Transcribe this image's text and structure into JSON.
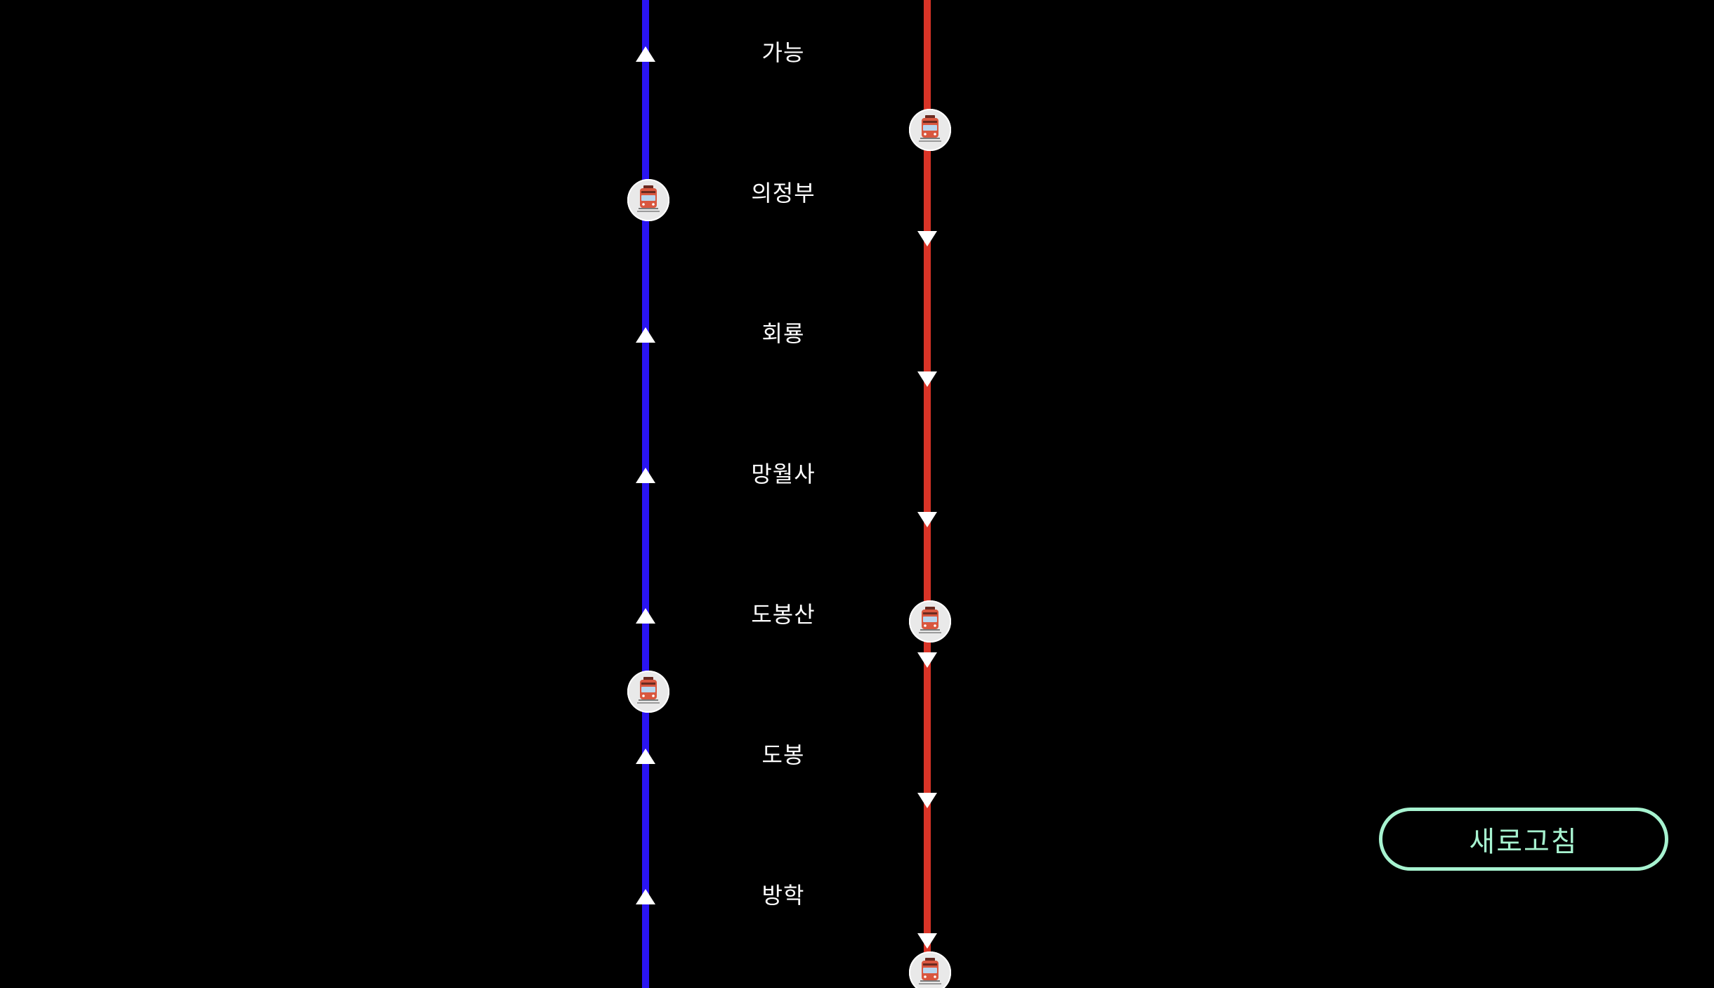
{
  "colors": {
    "background": "#000000",
    "up_line": "#2a14f2",
    "down_line": "#d93427",
    "arrow": "#ffffff",
    "button_accent": "#a7f3d0"
  },
  "stations": [
    {
      "name": "가능"
    },
    {
      "name": "의정부"
    },
    {
      "name": "회룡"
    },
    {
      "name": "망월사"
    },
    {
      "name": "도봉산"
    },
    {
      "name": "도봉"
    },
    {
      "name": "방학"
    }
  ],
  "up_track": {
    "direction": "up",
    "trains": [
      {
        "icon": "train-icon",
        "station_index": 1
      },
      {
        "icon": "train-icon",
        "station_index": 4.5
      }
    ]
  },
  "down_track": {
    "direction": "down",
    "trains": [
      {
        "icon": "train-icon",
        "station_index": 0.5
      },
      {
        "icon": "train-icon",
        "station_index": 4
      },
      {
        "icon": "train-icon",
        "station_index": 6.5
      }
    ]
  },
  "refresh_button": {
    "label": "새로고침"
  }
}
